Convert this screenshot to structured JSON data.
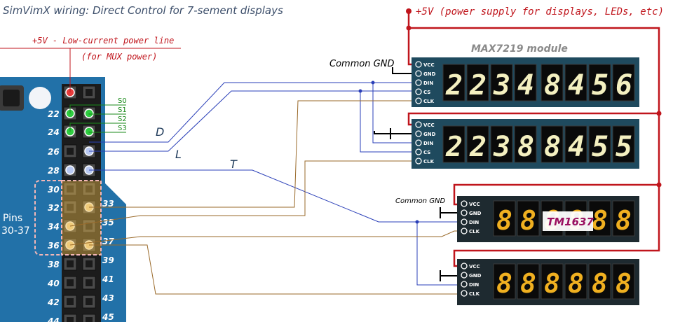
{
  "title": "SimVimX wiring:  Direct Control  for 7-sement displays",
  "power": {
    "main_label": "+5V  (power supply for displays, LEDs, etc)",
    "mux_line": "+5V - Low-current power line",
    "mux_note": "(for MUX power)"
  },
  "header": {
    "left_pins": [
      "22",
      "24",
      "26",
      "28",
      "30",
      "32",
      "34",
      "36",
      "38",
      "40",
      "42",
      "44"
    ],
    "right_pins": [
      "33",
      "35",
      "37",
      "39",
      "41",
      "43",
      "45"
    ],
    "group_label_1": "Pins",
    "group_label_2": "30-37",
    "selectors": [
      "S0",
      "S1",
      "S2",
      "S3"
    ]
  },
  "signals": {
    "d": "D",
    "l": "L",
    "t": "T"
  },
  "max7219": {
    "title": "MAX7219 module",
    "common_gnd": "Common GND",
    "pins": [
      "VCC",
      "GND",
      "DIN",
      "CS",
      "CLK"
    ],
    "display1": [
      "2",
      "2",
      "3",
      "4",
      "8",
      "4",
      "5",
      "6"
    ],
    "display2": [
      "2",
      "2",
      "3",
      "8",
      "8",
      "4",
      "5",
      "5"
    ]
  },
  "tm1637": {
    "title": "TM1637",
    "common_gnd": "Common GND",
    "pins": [
      "VCC",
      "GND",
      "DIN",
      "CLK"
    ],
    "display1": [
      "8",
      "8",
      "8",
      "8",
      "8",
      "8"
    ],
    "display2": [
      "8",
      "8",
      "8",
      "8",
      "8",
      "8"
    ]
  },
  "colors": {
    "board": "#2271a8",
    "header": "#1c1c1c",
    "power": "#c0151c",
    "wire_blue": "#2a3fb8",
    "wire_brown": "#9a6a2a",
    "module": "#1f4a5e",
    "highlight": "#e8b84a",
    "select_pin": "#2ecc40",
    "ctrl_pin": "#b8c8f0"
  }
}
